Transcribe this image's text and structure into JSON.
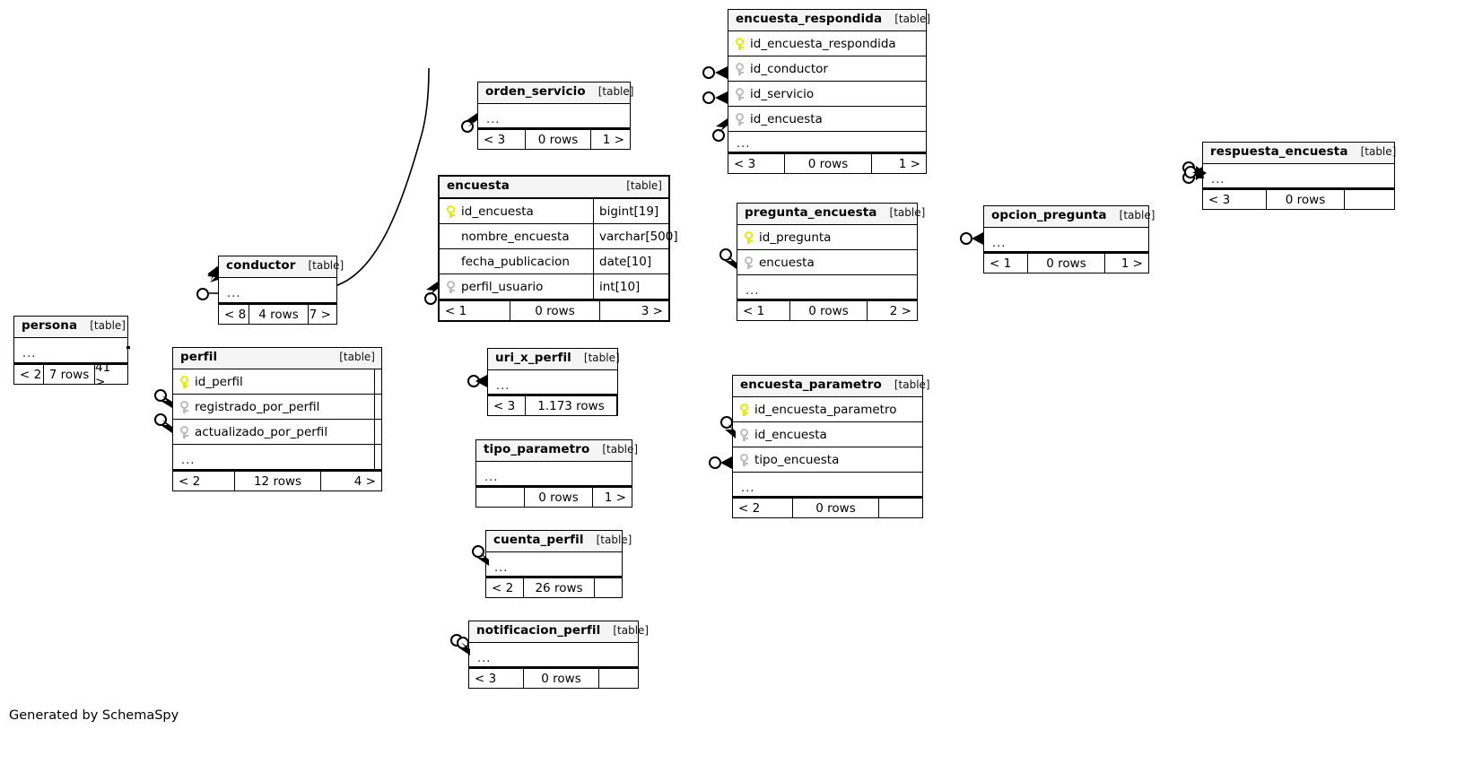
{
  "diagram": {
    "generator_credit": "Generated by SchemaSpy",
    "table_tag": "[table]",
    "ellipsis": "...",
    "colors": {
      "pk_key": "#e8e800",
      "fk_key": "#bdbdbd",
      "header_bg": "#f5f5f5",
      "border": "#000000",
      "background": "#ffffff"
    }
  },
  "tables": [
    {
      "id": "persona",
      "name": "persona",
      "tag": "[table]",
      "columns": [],
      "has_ellipsis_row": true,
      "footer": {
        "left": "< 2",
        "center": "7 rows",
        "right": "41 >"
      }
    },
    {
      "id": "conductor",
      "name": "conductor",
      "tag": "[table]",
      "columns": [],
      "has_ellipsis_row": true,
      "footer": {
        "left": "< 8",
        "center": "4 rows",
        "right": "7 >"
      }
    },
    {
      "id": "perfil",
      "name": "perfil",
      "tag": "[table]",
      "columns": [
        {
          "key": "pk",
          "name": "id_perfil",
          "type": ""
        },
        {
          "key": "fk",
          "name": "registrado_por_perfil",
          "type": ""
        },
        {
          "key": "fk",
          "name": "actualizado_por_perfil",
          "type": ""
        }
      ],
      "has_ellipsis_row": true,
      "footer": {
        "left": "< 2",
        "center": "12 rows",
        "right": "4 >"
      }
    },
    {
      "id": "orden_servicio",
      "name": "orden_servicio",
      "tag": "[table]",
      "columns": [],
      "has_ellipsis_row": true,
      "footer": {
        "left": "< 3",
        "center": "0 rows",
        "right": "1 >"
      }
    },
    {
      "id": "encuesta",
      "name": "encuesta",
      "tag": "[table]",
      "columns": [
        {
          "key": "pk",
          "name": "id_encuesta",
          "type": "bigint[19]"
        },
        {
          "key": "none",
          "name": "nombre_encuesta",
          "type": "varchar[500]"
        },
        {
          "key": "none",
          "name": "fecha_publicacion",
          "type": "date[10]"
        },
        {
          "key": "fk",
          "name": "perfil_usuario",
          "type": "int[10]"
        }
      ],
      "has_ellipsis_row": false,
      "footer": {
        "left": "< 1",
        "center": "0 rows",
        "right": "3 >"
      }
    },
    {
      "id": "uri_x_perfil",
      "name": "uri_x_perfil",
      "tag": "[table]",
      "columns": [],
      "has_ellipsis_row": true,
      "footer": {
        "left": "< 3",
        "center": "1.173 rows",
        "right": ""
      }
    },
    {
      "id": "tipo_parametro",
      "name": "tipo_parametro",
      "tag": "[table]",
      "columns": [],
      "has_ellipsis_row": true,
      "footer": {
        "left": "",
        "center": "0 rows",
        "right": "1 >"
      }
    },
    {
      "id": "cuenta_perfil",
      "name": "cuenta_perfil",
      "tag": "[table]",
      "columns": [],
      "has_ellipsis_row": true,
      "footer": {
        "left": "< 2",
        "center": "26 rows",
        "right": ""
      }
    },
    {
      "id": "notificacion_perfil",
      "name": "notificacion_perfil",
      "tag": "[table]",
      "columns": [],
      "has_ellipsis_row": true,
      "footer": {
        "left": "< 3",
        "center": "0 rows",
        "right": ""
      }
    },
    {
      "id": "encuesta_respondida",
      "name": "encuesta_respondida",
      "tag": "[table]",
      "columns": [
        {
          "key": "pk",
          "name": "id_encuesta_respondida",
          "type": ""
        },
        {
          "key": "fk",
          "name": "id_conductor",
          "type": ""
        },
        {
          "key": "fk",
          "name": "id_servicio",
          "type": ""
        },
        {
          "key": "fk",
          "name": "id_encuesta",
          "type": ""
        }
      ],
      "has_ellipsis_row": true,
      "footer": {
        "left": "< 3",
        "center": "0 rows",
        "right": "1 >"
      }
    },
    {
      "id": "pregunta_encuesta",
      "name": "pregunta_encuesta",
      "tag": "[table]",
      "columns": [
        {
          "key": "pk",
          "name": "id_pregunta",
          "type": ""
        },
        {
          "key": "fk",
          "name": "encuesta",
          "type": ""
        }
      ],
      "has_ellipsis_row": true,
      "footer": {
        "left": "< 1",
        "center": "0 rows",
        "right": "2 >"
      }
    },
    {
      "id": "encuesta_parametro",
      "name": "encuesta_parametro",
      "tag": "[table]",
      "columns": [
        {
          "key": "pk",
          "name": "id_encuesta_parametro",
          "type": ""
        },
        {
          "key": "fk",
          "name": "id_encuesta",
          "type": ""
        },
        {
          "key": "fk",
          "name": "tipo_encuesta",
          "type": ""
        }
      ],
      "has_ellipsis_row": true,
      "footer": {
        "left": "< 2",
        "center": "0 rows",
        "right": ""
      }
    },
    {
      "id": "opcion_pregunta",
      "name": "opcion_pregunta",
      "tag": "[table]",
      "columns": [],
      "has_ellipsis_row": true,
      "footer": {
        "left": "< 1",
        "center": "0 rows",
        "right": "1 >"
      }
    },
    {
      "id": "respuesta_encuesta",
      "name": "respuesta_encuesta",
      "tag": "[table]",
      "columns": [],
      "has_ellipsis_row": true,
      "footer": {
        "left": "< 3",
        "center": "0 rows",
        "right": ""
      }
    }
  ]
}
